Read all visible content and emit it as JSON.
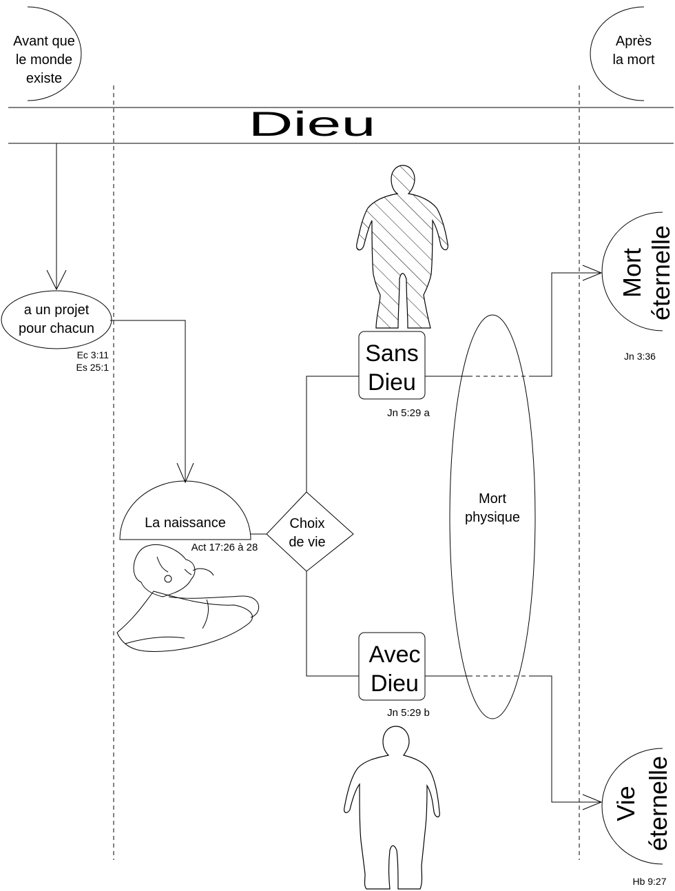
{
  "header": {
    "before_line1": "Avant que",
    "before_line2": "le monde",
    "before_line3": "existe",
    "after_line1": "Après",
    "after_line2": "la mort",
    "title": "Dieu"
  },
  "plan": {
    "line1": "a un projet",
    "line2": "pour chacun",
    "ref1": "Ec 3:11",
    "ref2": "Es 25:1"
  },
  "birth": {
    "label": "La naissance",
    "ref": "Act 17:26 à 28"
  },
  "choice": {
    "line1": "Choix",
    "line2": "de vie"
  },
  "without_god": {
    "line1": "Sans",
    "line2": "Dieu",
    "ref": "Jn 5:29 a"
  },
  "with_god": {
    "line1": "Avec",
    "line2": "Dieu",
    "ref": "Jn 5:29 b"
  },
  "physical_death": {
    "line1": "Mort",
    "line2": "physique"
  },
  "eternal_death": {
    "line1": "Mort",
    "line2": "éternelle",
    "ref": "Jn 3:36"
  },
  "eternal_life": {
    "line1": "Vie",
    "line2": "éternelle",
    "ref": "Hb 9:27"
  }
}
